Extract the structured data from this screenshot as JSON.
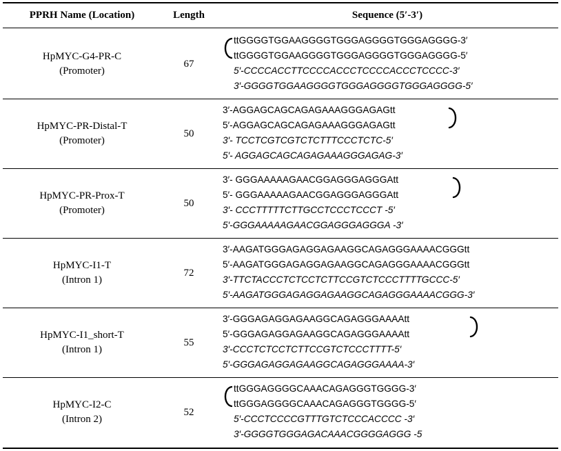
{
  "header": {
    "name": "PPRH Name (Location)",
    "length": "Length",
    "sequence": "Sequence (5′-3′)"
  },
  "rows": [
    {
      "name": "HpMYC-G4-PR-C",
      "location": "(Promoter)",
      "length": "67",
      "lines": [
        "ttGGGGTGGAAGGGGTGGGAGGGGTGGGAGGGG-3′",
        "ttGGGGTGGAAGGGGTGGGAGGGGTGGGAGGGG-5′",
        "5′-CCCCACCTTCCCCACCCTCCCCACCCTCCCC-3′",
        "3′-GGGGTGGAAGGGGTGGGAGGGGTGGGAGGGG-5′"
      ],
      "loop": "left"
    },
    {
      "name": "HpMYC-PR-Distal-T",
      "location": "(Promoter)",
      "length": "50",
      "lines": [
        "3′-AGGAGCAGCAGAGAAAGGGAGAGtt",
        "5′-AGGAGCAGCAGAGAAAGGGAGAGtt",
        "3′- TCCTCGTCGTCTCTTTCCCTCTC-5′",
        "5′- AGGAGCAGCAGAGAAAGGGAGAG-3′"
      ],
      "loop": "right"
    },
    {
      "name": "HpMYC-PR-Prox-T",
      "location": "(Promoter)",
      "length": "50",
      "lines": [
        "3′- GGGAAAAAGAACGGAGGGAGGGAtt",
        "5′- GGGAAAAAGAACGGAGGGAGGGAtt",
        "3′- CCCTTTTTCTTGCCTCCCTCCCT -5′",
        "5′-GGGAAAAAGAACGGAGGGAGGGA -3′"
      ],
      "loop": "right"
    },
    {
      "name": "HpMYC-I1-T",
      "location": "(Intron 1)",
      "length": "72",
      "lines": [
        "3′-AAGATGGGAGAGGAGAAGGCAGAGGGAAAACGGGtt",
        "5′-AAGATGGGAGAGGAGAAGGCAGAGGGAAAACGGGtt",
        "3′-TTCTACCCTCTCCTCTTCCGTCTCCCTTTTGCCC-5′",
        "5′-AAGATGGGAGAGGAGAAGGCAGAGGGAAAACGGG-3′"
      ],
      "loop": "none"
    },
    {
      "name": "HpMYC-I1_short-T",
      "location": "(Intron 1)",
      "length": "55",
      "lines": [
        "3′-GGGAGAGGAGAAGGCAGAGGGAAAAtt",
        "5′-GGGAGAGGAGAAGGCAGAGGGAAAAtt",
        "3′-CCCTCTCCTCTTCCGTCTCCCTTTT-5′",
        "5′-GGGAGAGGAGAAGGCAGAGGGAAAA-3′"
      ],
      "loop": "right"
    },
    {
      "name": "HpMYC-I2-C",
      "location": "(Intron 2)",
      "length": "52",
      "lines": [
        "ttGGGAGGGGCAAACAGAGGGTGGGG-3′",
        "ttGGGAGGGGCAAACAGAGGGTGGGG-5′",
        "5′-CCCTCCCCGTTTGTCTCCCACCCC -3′",
        "3′-GGGGTGGGAGACAAACGGGGAGGG -5"
      ],
      "loop": "left"
    }
  ]
}
